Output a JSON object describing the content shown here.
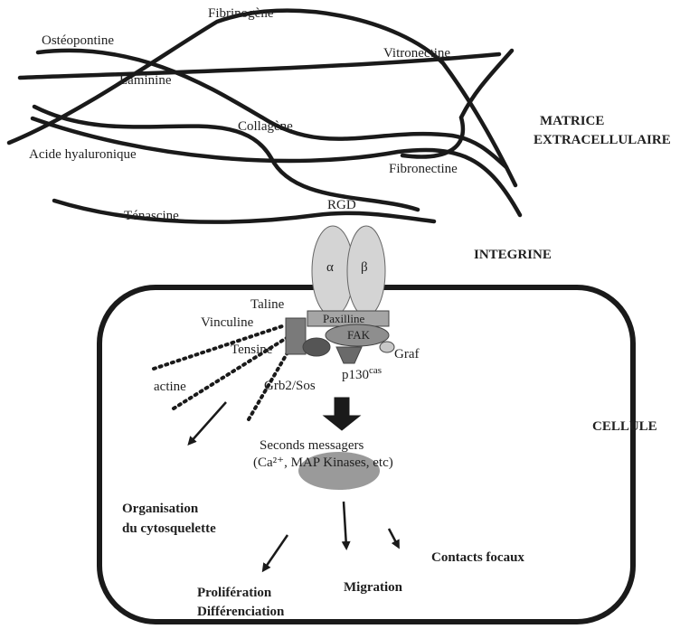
{
  "matrix": {
    "title_line1": "MATRICE",
    "title_line2": "EXTRACELLULAIRE",
    "components": {
      "osteopontine": "Ostéopontine",
      "fibrinogene": "Fibrinogène",
      "vitronectine": "Vitronectine",
      "laminine": "Laminine",
      "collagene": "Collagène",
      "acide_hyaluronique": "Acide hyaluronique",
      "fibronectine": "Fibronectine",
      "tenascine": "Ténascine",
      "rgd": "RGD"
    }
  },
  "integrin": {
    "title": "INTEGRINE",
    "alpha": "α",
    "beta": "β"
  },
  "cell": {
    "title": "CELLULE",
    "proteins": {
      "taline": "Taline",
      "vinculine": "Vinculine",
      "paxilline": "Paxilline",
      "fak": "FAK",
      "tensine": "Tensine",
      "graf": "Graf",
      "p130": "p130",
      "p130_sup": "cas",
      "actine": "actine",
      "grb2sos": "Grb2/Sos"
    },
    "second_messengers": {
      "line1": "Seconds messagers",
      "line2": "(Ca²⁺, MAP Kinases, etc)"
    },
    "outcomes": {
      "organisation_line1": "Organisation",
      "organisation_line2": "du cytosquelette",
      "contacts": "Contacts focaux",
      "migration": "Migration",
      "proliferation": "Prolifération",
      "differenciation": "Différenciation"
    }
  },
  "colors": {
    "line": "#1a1a1a",
    "subunit_fill": "#d4d4d4",
    "complex_fill": "#8e8e8e",
    "ellipse_fill": "#9a9a9a"
  }
}
